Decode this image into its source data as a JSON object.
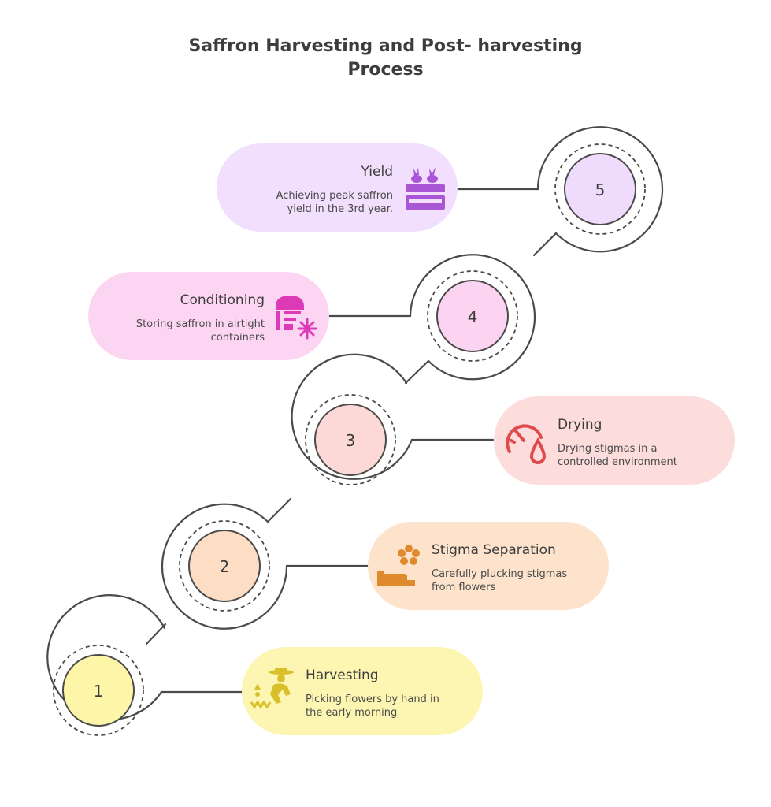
{
  "title": {
    "line1": "Saffron Harvesting and Post- harvesting",
    "line2": "Process"
  },
  "steps": [
    {
      "number": "1",
      "title": "Harvesting",
      "desc_line1": "Picking flowers by hand in",
      "desc_line2": "the early morning",
      "icon": "farmer-harvesting-icon",
      "color": "#fdf6b2",
      "circle_color": "#fdf6a8",
      "icon_color": "#d9c02a"
    },
    {
      "number": "2",
      "title": "Stigma Separation",
      "desc_line1": "Carefully plucking stigmas",
      "desc_line2": "from flowers",
      "icon": "flower-hand-icon",
      "color": "#fde3cc",
      "circle_color": "#fdddc4",
      "icon_color": "#e08a2e"
    },
    {
      "number": "3",
      "title": "Drying",
      "desc_line1": "Drying stigmas in a",
      "desc_line2": "controlled environment",
      "icon": "gauge-droplet-icon",
      "color": "#fddcdc",
      "circle_color": "#fcd9d6",
      "icon_color": "#e04a4a"
    },
    {
      "number": "4",
      "title": "Conditioning",
      "desc_line1": "Storing saffron in airtight",
      "desc_line2": "containers",
      "icon": "cold-storage-icon",
      "color": "#fcd5f2",
      "circle_color": "#fcd4f1",
      "icon_color": "#dd3ab8"
    },
    {
      "number": "5",
      "title": "Yield",
      "desc_line1": "Achieving peak saffron",
      "desc_line2": "yield in the 3rd year.",
      "icon": "crate-harvest-icon",
      "color": "#f2dffd",
      "circle_color": "#efdcfc",
      "icon_color": "#a956d6"
    }
  ]
}
